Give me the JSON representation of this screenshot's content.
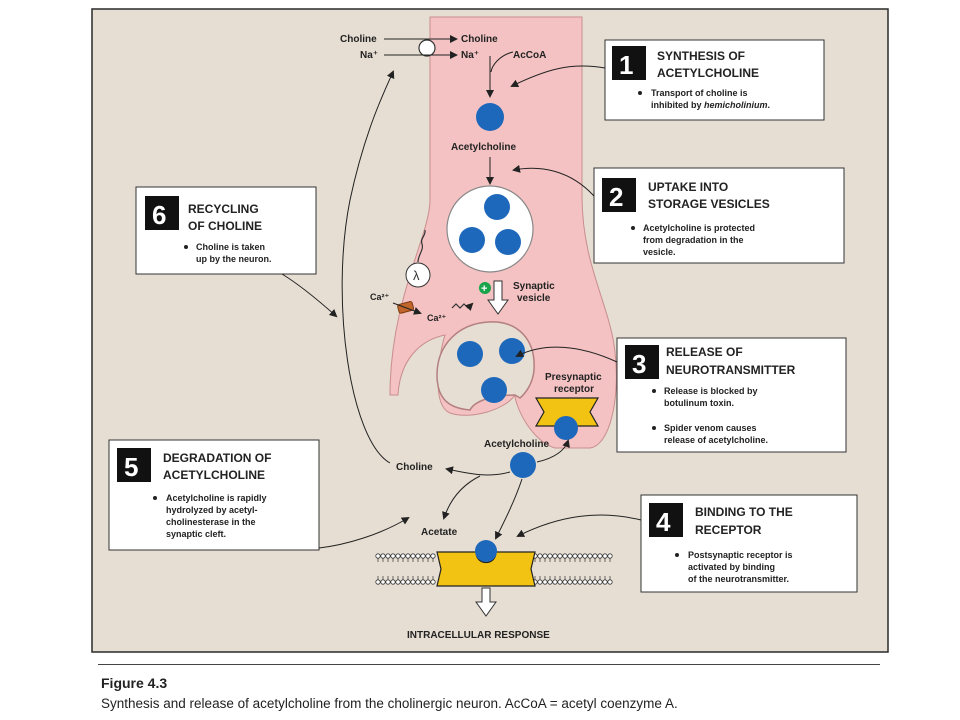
{
  "diagram": {
    "inputs": {
      "choline_out": "Choline",
      "na_out": "Na⁺",
      "choline_in": "Choline",
      "na_in": "Na⁺",
      "accoa": "AcCoA"
    },
    "labels": {
      "acetylcholine_top": "Acetylcholine",
      "synaptic_vesicle": "Synaptic vesicle",
      "ca_top": "Ca²⁺",
      "ca_bottom": "Ca²⁺",
      "presynaptic_receptor": "Presynaptic receptor",
      "acetylcholine_cleft": "Acetylcholine",
      "choline_cleft": "Choline",
      "acetate": "Acetate",
      "intracellular_response": "INTRACELLULAR RESPONSE"
    },
    "steps": [
      {
        "number": "1",
        "title_line1": "SYNTHESIS OF",
        "title_line2": "ACETYLCHOLINE",
        "bullets": [
          {
            "text": "Transport of choline is inhibited by ",
            "italic": "hemicholinium",
            "after": "."
          }
        ]
      },
      {
        "number": "2",
        "title_line1": "UPTAKE INTO",
        "title_line2": "STORAGE VESICLES",
        "bullets": [
          {
            "text": "Acetylcholine is protected from degradation in the vesicle."
          }
        ]
      },
      {
        "number": "3",
        "title_line1": "RELEASE OF",
        "title_line2": "NEUROTRANSMITTER",
        "bullets": [
          {
            "text": "Release is blocked by botulinum toxin."
          },
          {
            "text": "Spider venom causes release of acetylcholine."
          }
        ]
      },
      {
        "number": "4",
        "title_line1": "BINDING TO THE",
        "title_line2": "RECEPTOR",
        "bullets": [
          {
            "text": "Postsynaptic receptor is activated by binding of the neurotransmitter."
          }
        ]
      },
      {
        "number": "5",
        "title_line1": "DEGRADATION OF",
        "title_line2": "ACETYLCHOLINE",
        "bullets": [
          {
            "text": "Acetylcholine is rapidly hydrolyzed by acetylcholinesterase in the synaptic cleft."
          }
        ]
      },
      {
        "number": "6",
        "title_line1": "RECYCLING",
        "title_line2": "OF CHOLINE",
        "bullets": [
          {
            "text": "Choline is taken up by the neuron."
          }
        ]
      }
    ],
    "colors": {
      "panel": "#e6ded3",
      "neuron": "#f4c2c2",
      "ach": "#1e68bb",
      "receptor": "#f2c313",
      "plus": "#19a34a"
    }
  },
  "caption": {
    "title": "Figure 4.3",
    "text": "Synthesis and release of acetylcholine from the cholinergic neuron. AcCoA = acetyl coenzyme A."
  }
}
